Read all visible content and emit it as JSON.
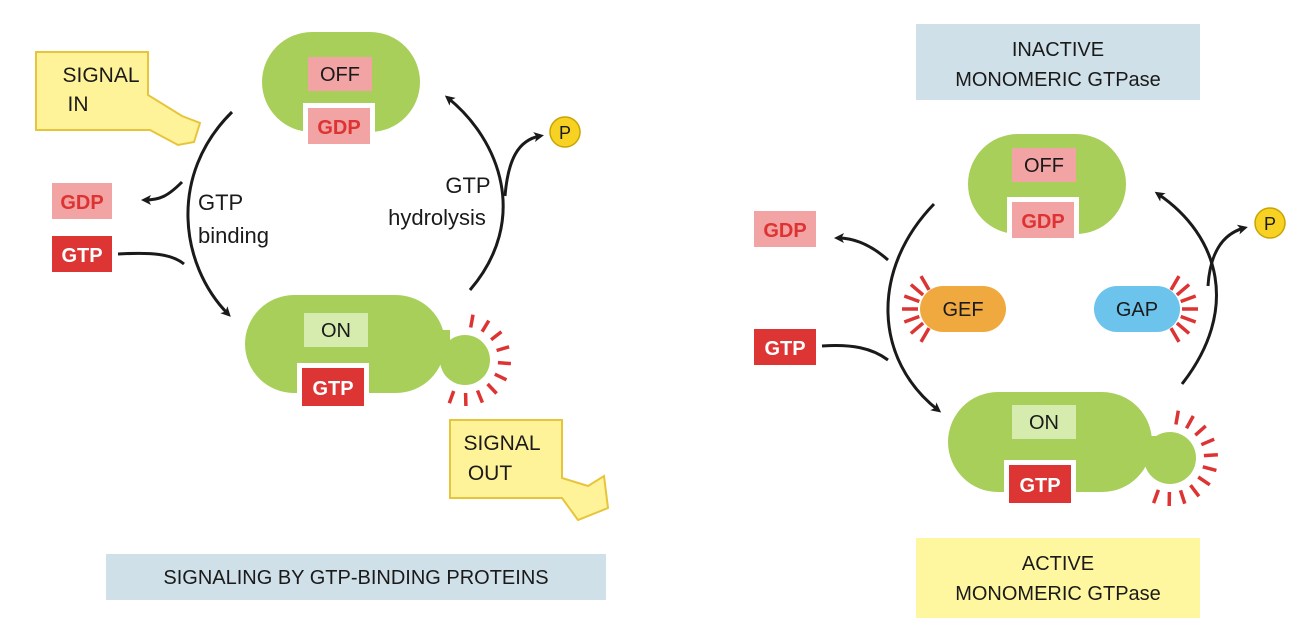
{
  "colors": {
    "protein": "#a8cf5a",
    "gdp_box": "#f2a3a3",
    "gdp_text": "#dd3333",
    "gtp_box": "#dd3434",
    "gtp_text": "#ffffff",
    "off_box": "#f2a3a3",
    "on_box": "#d6ecae",
    "signal_box": "#fff39a",
    "signal_border": "#e7c53b",
    "caption_blue": "#cfe0e8",
    "caption_yellow": "#fff6a0",
    "gef": "#f0a93e",
    "gap": "#6cc3ec",
    "phosphate": "#f7d223",
    "ray": "#dd3333",
    "arrow": "#1a1a1a"
  },
  "left_panel": {
    "signal_in": [
      "SIGNAL",
      "IN"
    ],
    "off_label": "OFF",
    "gdp_on_off": "GDP",
    "gdp_released": "GDP",
    "gtp_incoming": "GTP",
    "on_label": "ON",
    "gtp_on_on": "GTP",
    "gtp_binding": [
      "GTP",
      "binding"
    ],
    "gtp_hydrolysis": [
      "GTP",
      "hydrolysis"
    ],
    "phosphate": "P",
    "signal_out": [
      "SIGNAL",
      "OUT"
    ],
    "caption": "SIGNALING BY GTP-BINDING PROTEINS"
  },
  "right_panel": {
    "title_inactive": [
      "INACTIVE",
      "MONOMERIC GTPase"
    ],
    "off_label": "OFF",
    "gdp_on_off": "GDP",
    "gdp_released": "GDP",
    "gtp_incoming": "GTP",
    "gef": "GEF",
    "gap": "GAP",
    "phosphate": "P",
    "on_label": "ON",
    "gtp_on_on": "GTP",
    "title_active": [
      "ACTIVE",
      "MONOMERIC GTPase"
    ]
  }
}
